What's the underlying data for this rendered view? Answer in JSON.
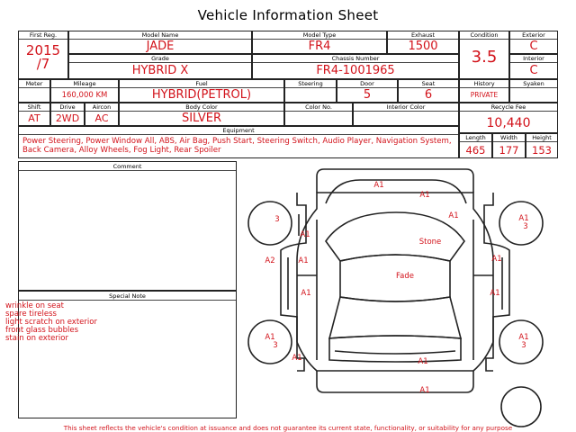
{
  "title": "Vehicle Information Sheet",
  "fields": {
    "first_reg": {
      "label": "First Reg.",
      "value": "2015\n/7"
    },
    "model_name": {
      "label": "Model Name",
      "value": "JADE"
    },
    "model_type": {
      "label": "Model Type",
      "value": "FR4"
    },
    "exhaust": {
      "label": "Exhaust",
      "value": "1500"
    },
    "grade": {
      "label": "Grade",
      "value": "HYBRID X"
    },
    "chassis_number": {
      "label": "Chassis Number",
      "value": "FR4-1001965"
    },
    "condition": {
      "label": "Condition",
      "value": "3.5"
    },
    "exterior": {
      "label": "Exterior",
      "value": "C"
    },
    "interior": {
      "label": "Interior",
      "value": "C"
    },
    "meter": {
      "label": "Meter",
      "value": ""
    },
    "mileage": {
      "label": "Mileage",
      "value": "160,000 KM"
    },
    "fuel": {
      "label": "Fuel",
      "value": "HYBRID(PETROL)"
    },
    "steering": {
      "label": "Steering",
      "value": ""
    },
    "door": {
      "label": "Door",
      "value": "5"
    },
    "seat": {
      "label": "Seat",
      "value": "6"
    },
    "history": {
      "label": "History",
      "value": "PRIVATE"
    },
    "syaken": {
      "label": "Syaken",
      "value": ""
    },
    "shift": {
      "label": "Shift",
      "value": "AT"
    },
    "drive": {
      "label": "Drive",
      "value": "2WD"
    },
    "aircon": {
      "label": "Aircon",
      "value": "AC"
    },
    "body_color": {
      "label": "Body Color",
      "value": "SILVER"
    },
    "color_no": {
      "label": "Color No.",
      "value": ""
    },
    "interior_color": {
      "label": "Interior Color",
      "value": ""
    },
    "recycle_fee": {
      "label": "Recycle Fee",
      "value": "10,440"
    },
    "length": {
      "label": "Length",
      "value": "465"
    },
    "width": {
      "label": "Width",
      "value": "177"
    },
    "height": {
      "label": "Height",
      "value": "153"
    }
  },
  "equipment": {
    "label": "Equipment",
    "value": "Power Steering, Power Window  All, ABS, Air Bag, Push Start, Steering Switch, Audio Player, Navigation System, Back Camera, Alloy Wheels, Fog Light, Rear Spoiler"
  },
  "comment": {
    "label": "Comment",
    "value": ""
  },
  "special_note": {
    "label": "Special Note",
    "items": [
      "wrinkle on seat",
      "spare tireless",
      "light scratch on exterior",
      "front glass bubbles",
      "stain on exterior"
    ]
  },
  "damage_marks": {
    "front_bumper": "A1",
    "hood": "A1",
    "front_left_wheel": "3",
    "front_right_wheel_top": "A1",
    "front_right_wheel_bottom": "3",
    "left_fender": "A1",
    "right_fender": "A1",
    "windshield": "Stone",
    "left_front_pillar": "A2",
    "left_front_door": "A1",
    "right_front_door": "A1",
    "roof": "Fade",
    "left_rear_door": "A1",
    "right_rear_door": "A1",
    "rear_left_wheel_top": "A1",
    "rear_left_wheel_bottom": "3",
    "rear_right_wheel_top": "A1",
    "rear_right_wheel_bottom": "3",
    "left_quarter": "A1",
    "trunk": "A1",
    "rear_bumper": "A1"
  },
  "footer": "This sheet reflects the vehicle's condition at issuance and does not guarantee its current state, functionality, or suitability for any purpose",
  "colors": {
    "value": "#d2121a",
    "border": "#222222"
  }
}
